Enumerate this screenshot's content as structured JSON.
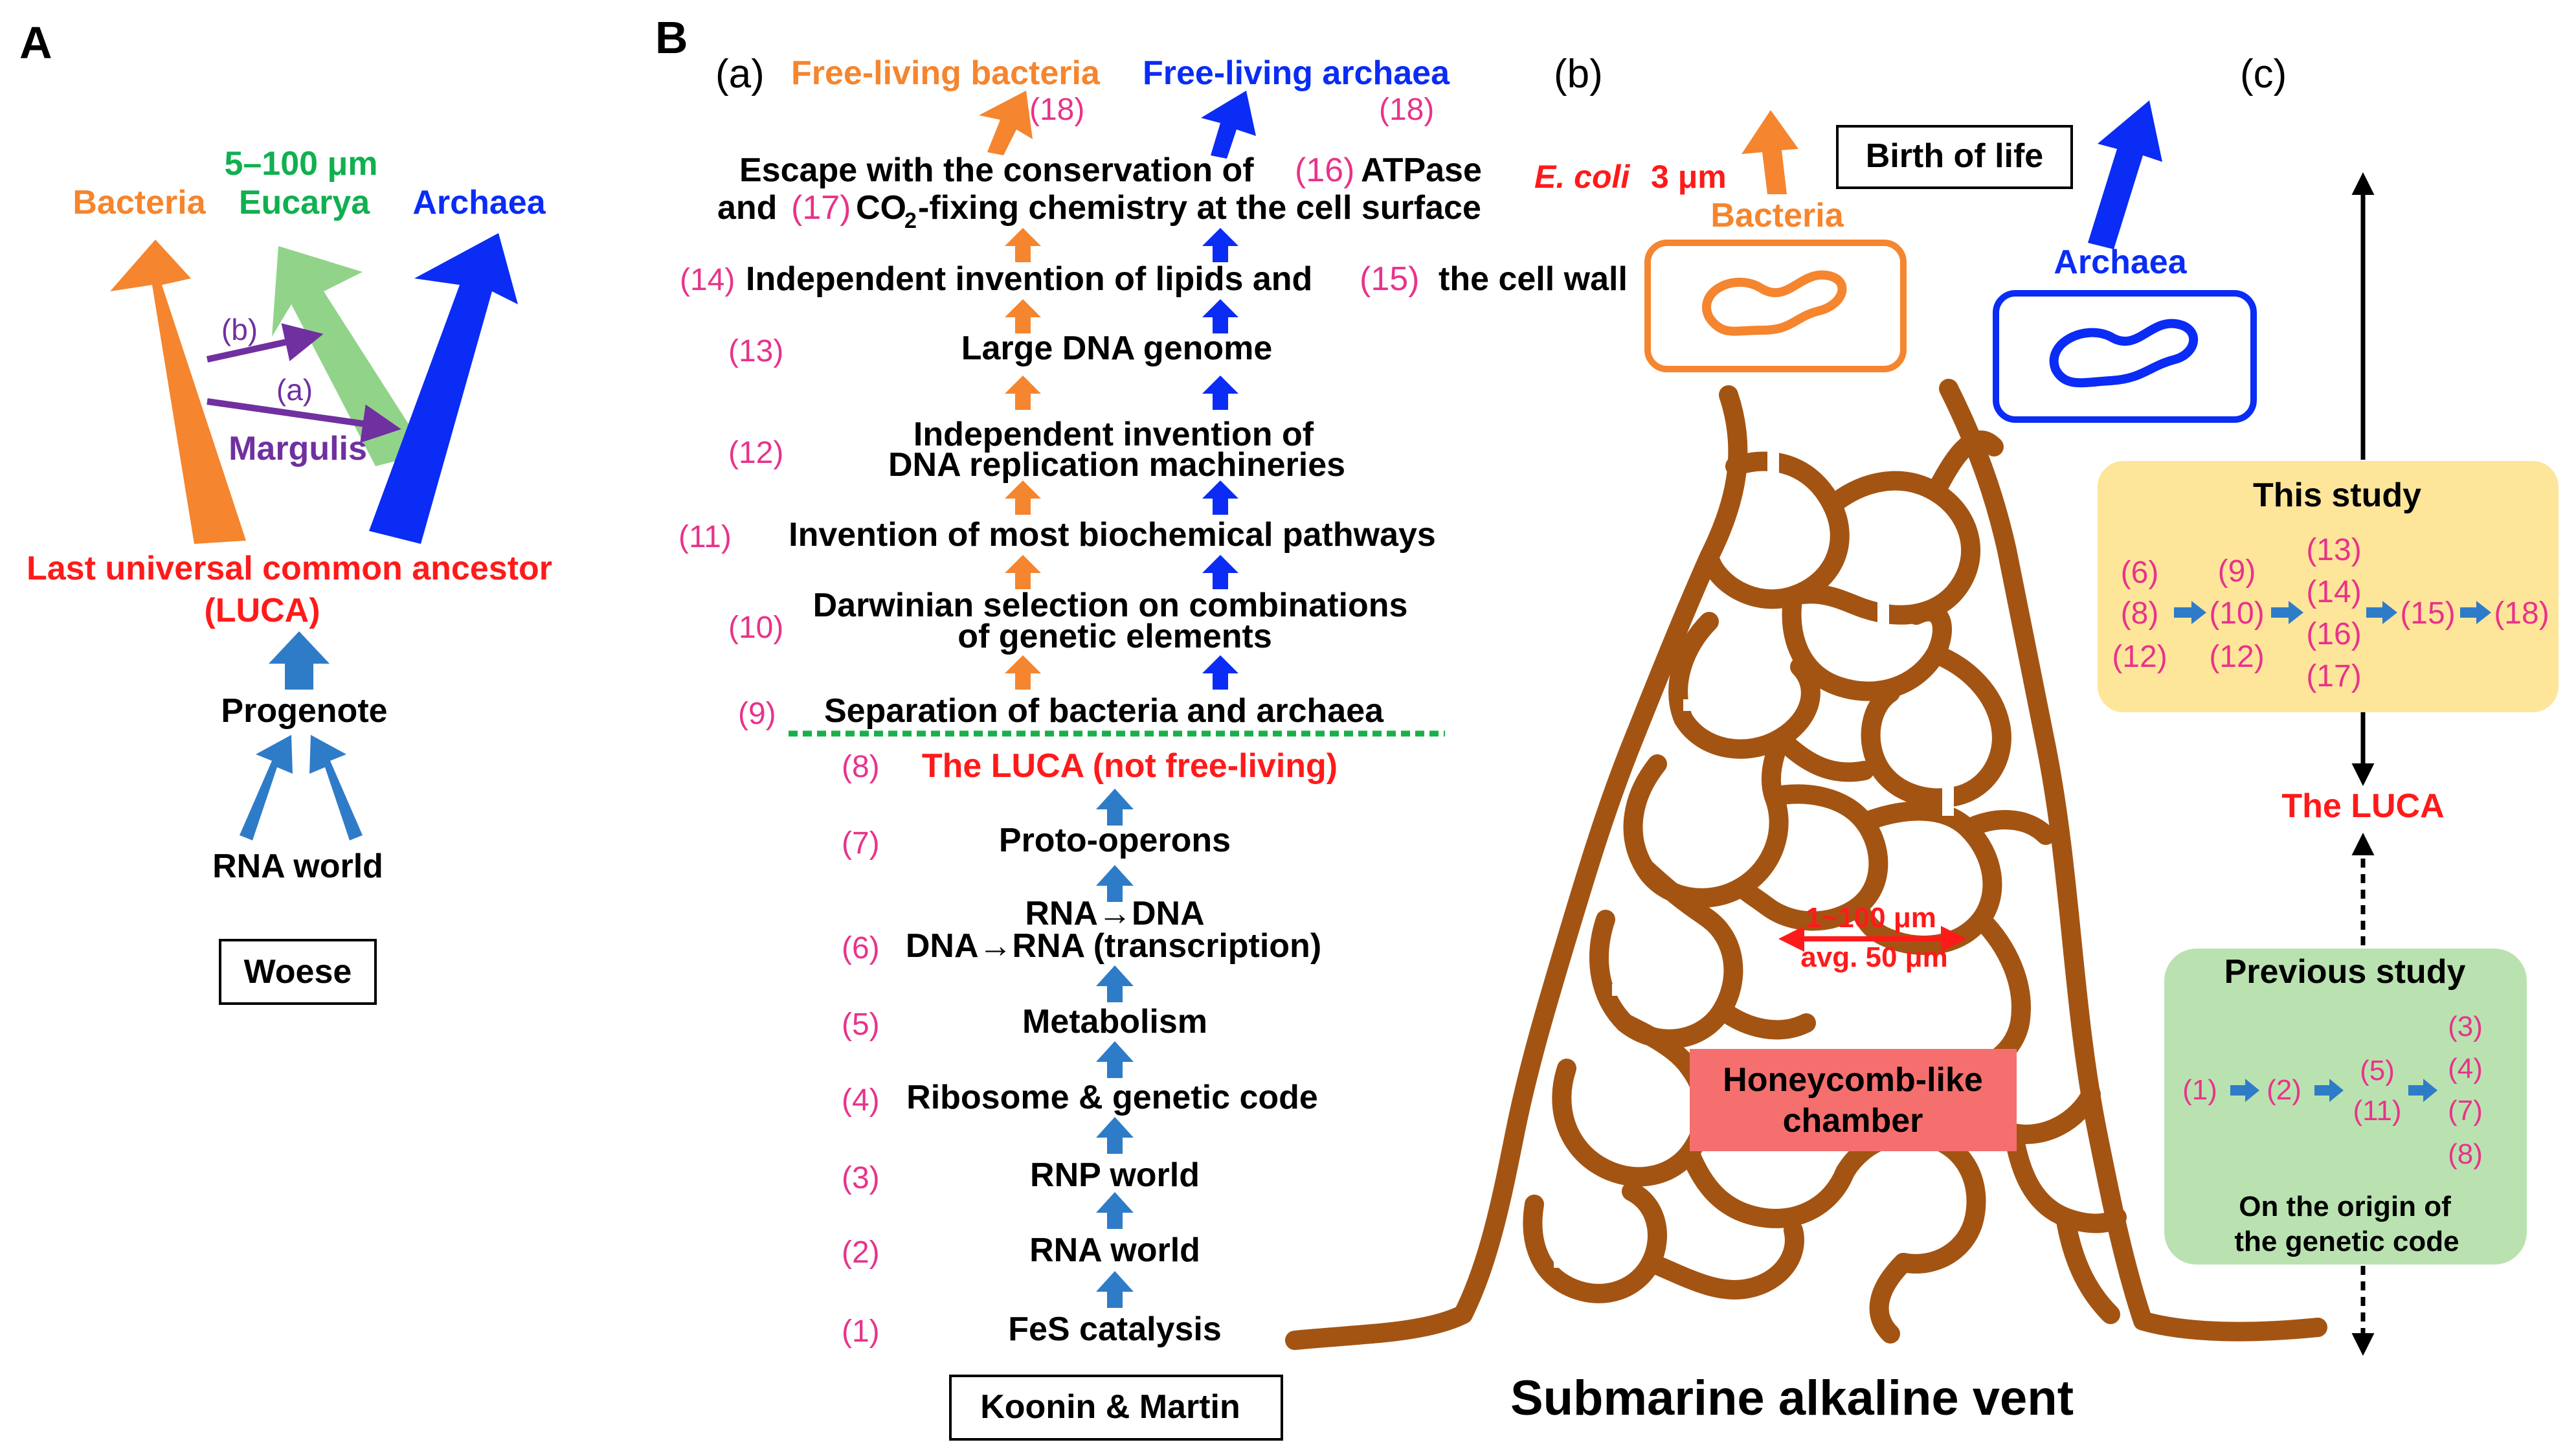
{
  "panel_a": {
    "label": "A",
    "bacteria": "Bacteria",
    "eucarya_size": "5–100 μm",
    "eucarya": "Eucarya",
    "archaea": "Archaea",
    "arrow_b": "(b)",
    "arrow_a": "(a)",
    "margulis": "Margulis",
    "luca_line1": "Last universal common ancestor",
    "luca_line2": "(LUCA)",
    "progenote": "Progenote",
    "rna_world": "RNA world",
    "box": "Woese"
  },
  "panel_b_label": "B",
  "sub_a": {
    "label": "(a)",
    "free_bacteria": "Free-living bacteria",
    "free_archaea": "Free-living archaea",
    "n18_left": "(18)",
    "n18_right": "(18)",
    "escape_1": "Escape with the conservation of",
    "n16": "(16)",
    "atpase": "ATPase",
    "and": "and",
    "n17": "(17)",
    "co2": "CO",
    "co2_sub": "2",
    "fixing": "-fixing chemistry at the cell surface",
    "n14": "(14)",
    "step14": "Independent invention of lipids and",
    "n15": "(15)",
    "step15": "the cell wall",
    "n13": "(13)",
    "step13": "Large DNA genome",
    "n12": "(12)",
    "step12_l1": "Independent invention of",
    "step12_l2": "DNA replication machineries",
    "n11": "(11)",
    "step11": "Invention of most biochemical pathways",
    "n10": "(10)",
    "step10_l1": "Darwinian selection on combinations",
    "step10_l2": "of genetic elements",
    "n9": "(9)",
    "step9": "Separation of bacteria and archaea",
    "n8": "(8)",
    "step8": "The LUCA (not free-living)",
    "n7": "(7)",
    "step7": "Proto-operons",
    "n6": "(6)",
    "step6_l1": "RNA→DNA",
    "step6_l2": "DNA→RNA (transcription)",
    "n5": "(5)",
    "step5": "Metabolism",
    "n4": "(4)",
    "step4": "Ribosome & genetic code",
    "n3": "(3)",
    "step3": "RNP world",
    "n2": "(2)",
    "step2": "RNA world",
    "n1": "(1)",
    "step1": "FeS catalysis",
    "box": "Koonin & Martin"
  },
  "sub_b": {
    "label": "(b)",
    "ecoli": "E. coli",
    "ecoli_size": "3 μm",
    "birth": "Birth of life",
    "bacteria": "Bacteria",
    "archaea": "Archaea",
    "size_l1": "1~100 μm",
    "size_l2": "avg. 50 μm",
    "chamber_l1": "Honeycomb-like",
    "chamber_l2": "chamber",
    "vent": "Submarine alkaline vent"
  },
  "sub_c": {
    "label": "(c)",
    "this_title": "This study",
    "ts_c1a": "(6)",
    "ts_c1b": "(8)",
    "ts_c1c": "(12)",
    "ts_c2a": "(9)",
    "ts_c2b": "(10)",
    "ts_c2c": "(12)",
    "ts_c3a": "(13)",
    "ts_c3b": "(14)",
    "ts_c3c": "(16)",
    "ts_c3d": "(17)",
    "ts_c4": "(15)",
    "ts_c5": "(18)",
    "luca": "The LUCA",
    "prev_title": "Previous study",
    "ps_1": "(1)",
    "ps_2": "(2)",
    "ps_5": "(5)",
    "ps_11": "(11)",
    "ps_3": "(3)",
    "ps_4": "(4)",
    "ps_7": "(7)",
    "ps_8": "(8)",
    "prev_l1": "On the origin of",
    "prev_l2": "the genetic code"
  },
  "colors": {
    "bacteria": "#f5852e",
    "archaea": "#0a2cf5",
    "eucarya_arrow": "#92d38a",
    "eucarya_text": "#10b050",
    "margulis": "#7030a0",
    "red": "#ff1a1a",
    "pink_num": "#e8338a",
    "blue_arrow": "#2e7cc8",
    "honeycomb": "#a35413",
    "this_study_bg": "#fde59a",
    "previous_bg": "#b9e2b0",
    "chamber_bg": "#f56f6f",
    "separator": "#17b04a"
  }
}
